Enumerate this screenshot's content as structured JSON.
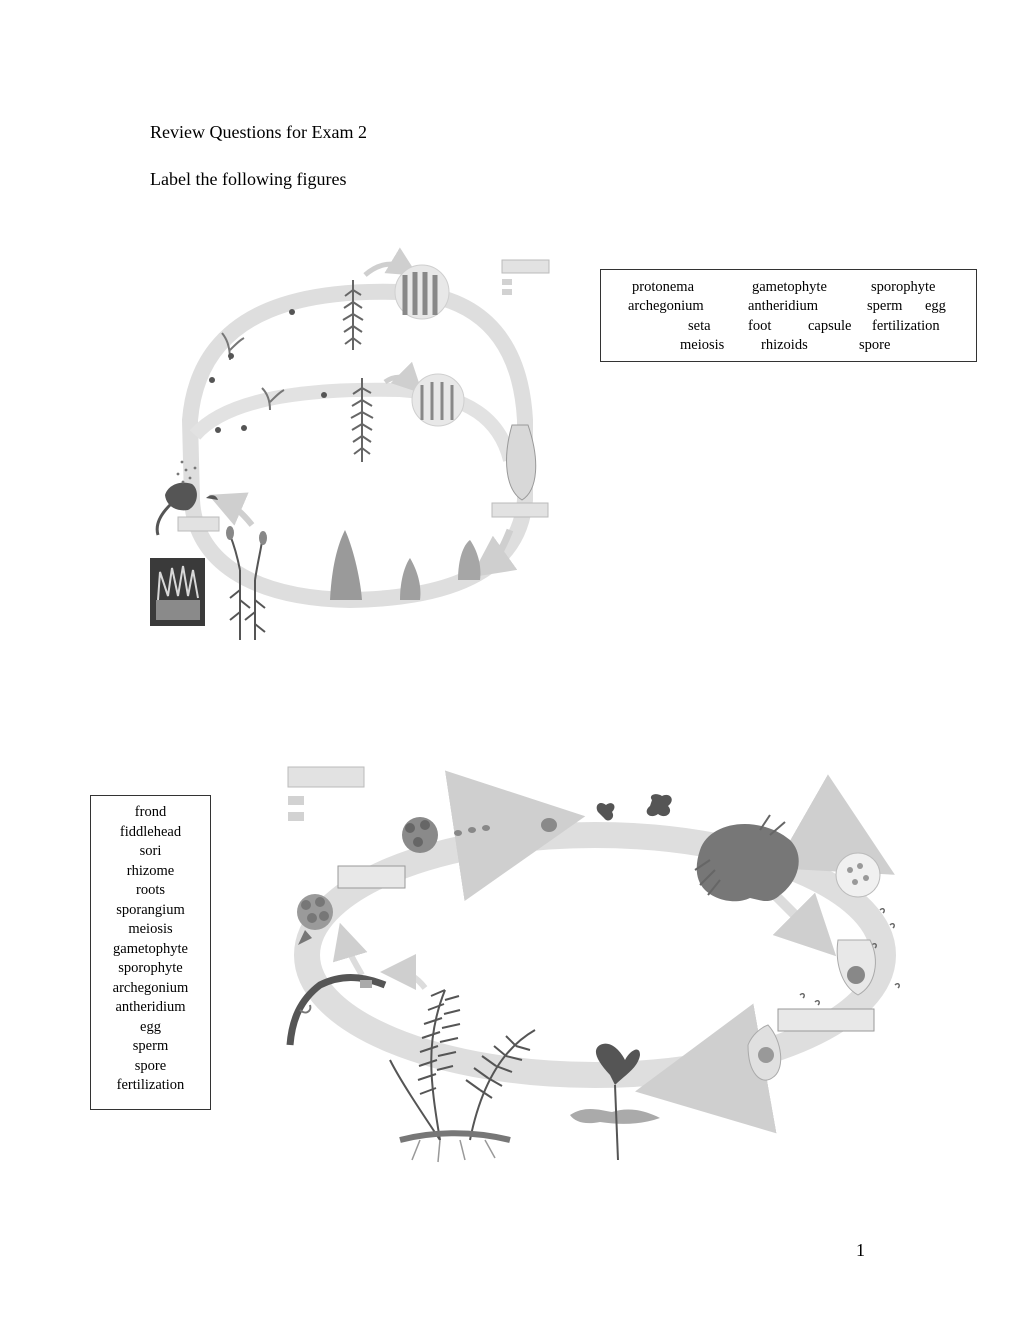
{
  "header": {
    "title": "Review Questions for Exam 2",
    "instruction": "Label the following figures"
  },
  "moss_word_bank": {
    "row1": [
      "protonema",
      "gametophyte",
      "sporophyte"
    ],
    "row2": [
      "archegonium",
      "antheridium",
      "sperm",
      "egg"
    ],
    "row3": [
      "seta",
      "foot",
      "capsule",
      "fertilization"
    ],
    "row4": [
      "meiosis",
      "rhizoids",
      "spore"
    ]
  },
  "fern_word_bank": [
    "frond",
    "fiddlehead",
    "sori",
    "rhizome",
    "roots",
    "sporangium",
    "meiosis",
    "gametophyte",
    "sporophyte",
    "archegonium",
    "antheridium",
    "egg",
    "sperm",
    "spore",
    "fertilization"
  ],
  "footer": {
    "page_number": "1"
  },
  "colors": {
    "cycle_band": "#dcdcdc",
    "label_blank": "#e2e2e2",
    "plant_dark": "#555555",
    "plant_mid": "#8a8a8a",
    "border": "#333333"
  }
}
